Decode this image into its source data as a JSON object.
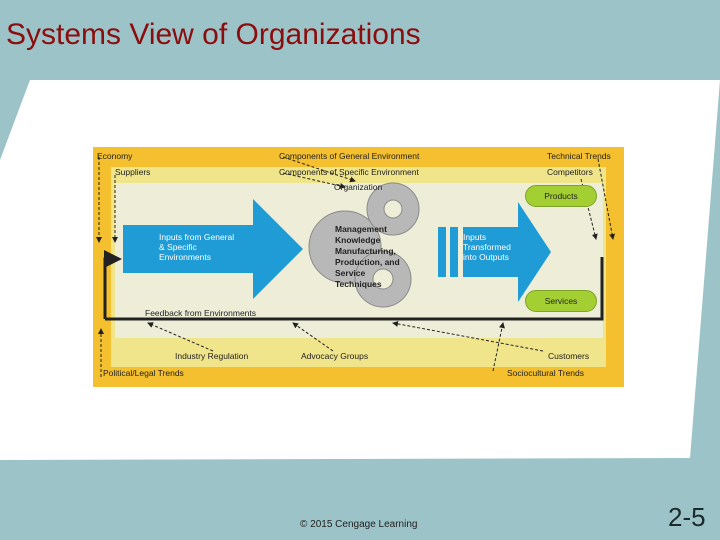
{
  "slide": {
    "title": "Systems View of Organizations",
    "copyright": "© 2015 Cengage Learning",
    "slide_number": "2-5"
  },
  "diagram": {
    "outer_corners": {
      "top_left": "Economy",
      "top_right": "Technical Trends",
      "bottom_left": "Political/Legal Trends",
      "bottom_right": "Sociocultural Trends"
    },
    "general_environment": "Components of General Environment",
    "specific_environment": "Components of Specific Environment",
    "inner_corners": {
      "top_left": "Suppliers",
      "top_right": "Competitors",
      "bottom_left": "Industry Regulation",
      "bottom_middle": "Advocacy Groups",
      "bottom_right": "Customers"
    },
    "organization": "Organization",
    "input_arrow": "Inputs from General\n& Specific\nEnvironments",
    "gear_items": [
      "Management",
      "Knowledge",
      "Manufacturing,",
      "Production, and",
      "Service",
      "Techniques"
    ],
    "output_arrow": "Inputs\nTransformed\ninto Outputs",
    "products": "Products",
    "services": "Services",
    "feedback": "Feedback from Environments"
  },
  "colors": {
    "background": "#9cc3c8",
    "title": "#8b0d0d",
    "outer_box": "#f5c02f",
    "inner_box": "#f0e58a",
    "organization_box": "#eeeed8",
    "arrows": "#1f9bd6",
    "pills": "#a3cf33",
    "gears": "#b8b8b8"
  },
  "icons": [
    "gear-icon"
  ]
}
